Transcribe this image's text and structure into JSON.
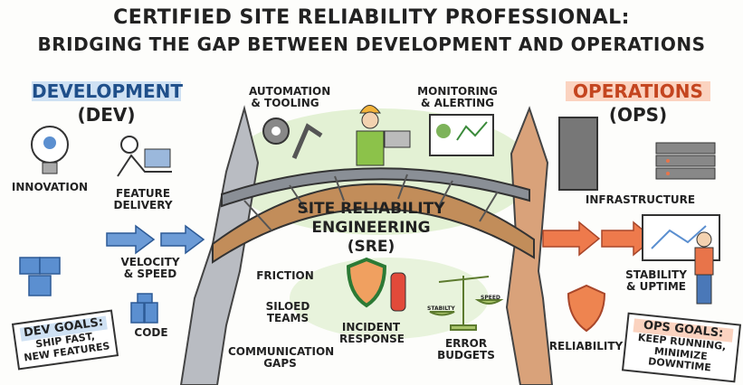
{
  "title": {
    "line1": "CERTIFIED SITE RELIABILITY PROFESSIONAL:",
    "line2": "BRIDGING THE GAP BETWEEN DEVELOPMENT AND OPERATIONS"
  },
  "dev": {
    "heading": "DEVELOPMENT",
    "sub": "(DEV)",
    "items": [
      "INNOVATION",
      "FEATURE DELIVERY",
      "VELOCITY & SPEED",
      "CODE"
    ],
    "sign_title": "DEV GOALS:",
    "sign_text": "SHIP FAST, NEW FEATURES"
  },
  "ops": {
    "heading": "OPERATIONS",
    "sub": "(OPS)",
    "items": [
      "INFRASTRUCTURE",
      "STABILITY & UPTIME",
      "RELIABILITY"
    ],
    "sign_title": "OPS GOALS:",
    "sign_text": "KEEP RUNNING, MINIMIZE DOWNTIME"
  },
  "sre": {
    "line1": "SITE RELIABILITY",
    "line2": "ENGINEERING",
    "line3": "(SRE)",
    "top_items": [
      "AUTOMATION & TOOLING",
      "MONITORING & ALERTING"
    ],
    "bottom_items": [
      "INCIDENT RESPONSE",
      "ERROR BUDGETS"
    ],
    "scale_left": "STABILTY",
    "scale_right": "SPEED"
  },
  "gap": {
    "items": [
      "FRICTION",
      "SILOED TEAMS",
      "COMMUNICATION GAPS"
    ]
  },
  "colors": {
    "dev_blue": "#5b8fd0",
    "ops_orange": "#e8744a",
    "bridge_brown": "#a8774a",
    "green_wash": "#cfe8b8"
  }
}
